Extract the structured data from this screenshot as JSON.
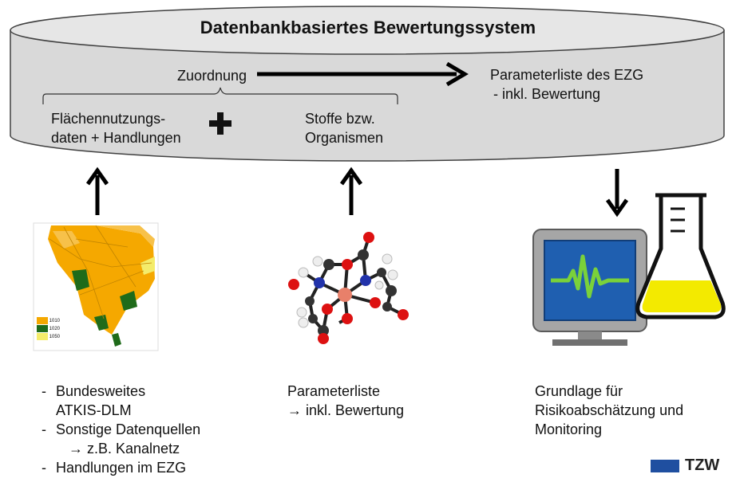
{
  "database": {
    "title": "Datenbankbasiertes Bewertungssystem",
    "assignment_label": "Zuordnung",
    "land_use_label_line1": "Flächennutzungs-",
    "land_use_label_line2": "daten + Handlungen",
    "substances_label_line1": "Stoffe bzw.",
    "substances_label_line2": "Organismen",
    "param_list_line1": "Parameterliste des EZG",
    "param_list_line2": "-  inkl. Bewertung"
  },
  "map_legend": {
    "items": [
      {
        "code": "1010",
        "color": "#f5a800"
      },
      {
        "code": "1020",
        "color": "#1f6b1a"
      },
      {
        "code": "1050",
        "color": "#f4ec6a"
      }
    ]
  },
  "left_column": {
    "item1_line1": "Bundesweites",
    "item1_line2": "ATKIS-DLM",
    "item2_line1": "Sonstige Datenquellen",
    "item2_line2": "→ z.B. Kanalnetz",
    "item3": "Handlungen im EZG"
  },
  "middle_column": {
    "line1": "Parameterliste",
    "line2": "→ inkl. Bewertung"
  },
  "right_column": {
    "line1": "Grundlage für",
    "line2": "Risikoabschätzung und",
    "line3": "Monitoring"
  },
  "logo": {
    "text": "TZW",
    "color": "#1f4fa0"
  },
  "colors": {
    "cylinder_body": "#d9d9d9",
    "cylinder_top": "#e6e6e6",
    "arrow": "#000000",
    "monitor_frame": "#a6a6a6",
    "monitor_screen": "#1f5fb0",
    "monitor_wave": "#7ad13a",
    "flask_liquid": "#f3ea00"
  }
}
